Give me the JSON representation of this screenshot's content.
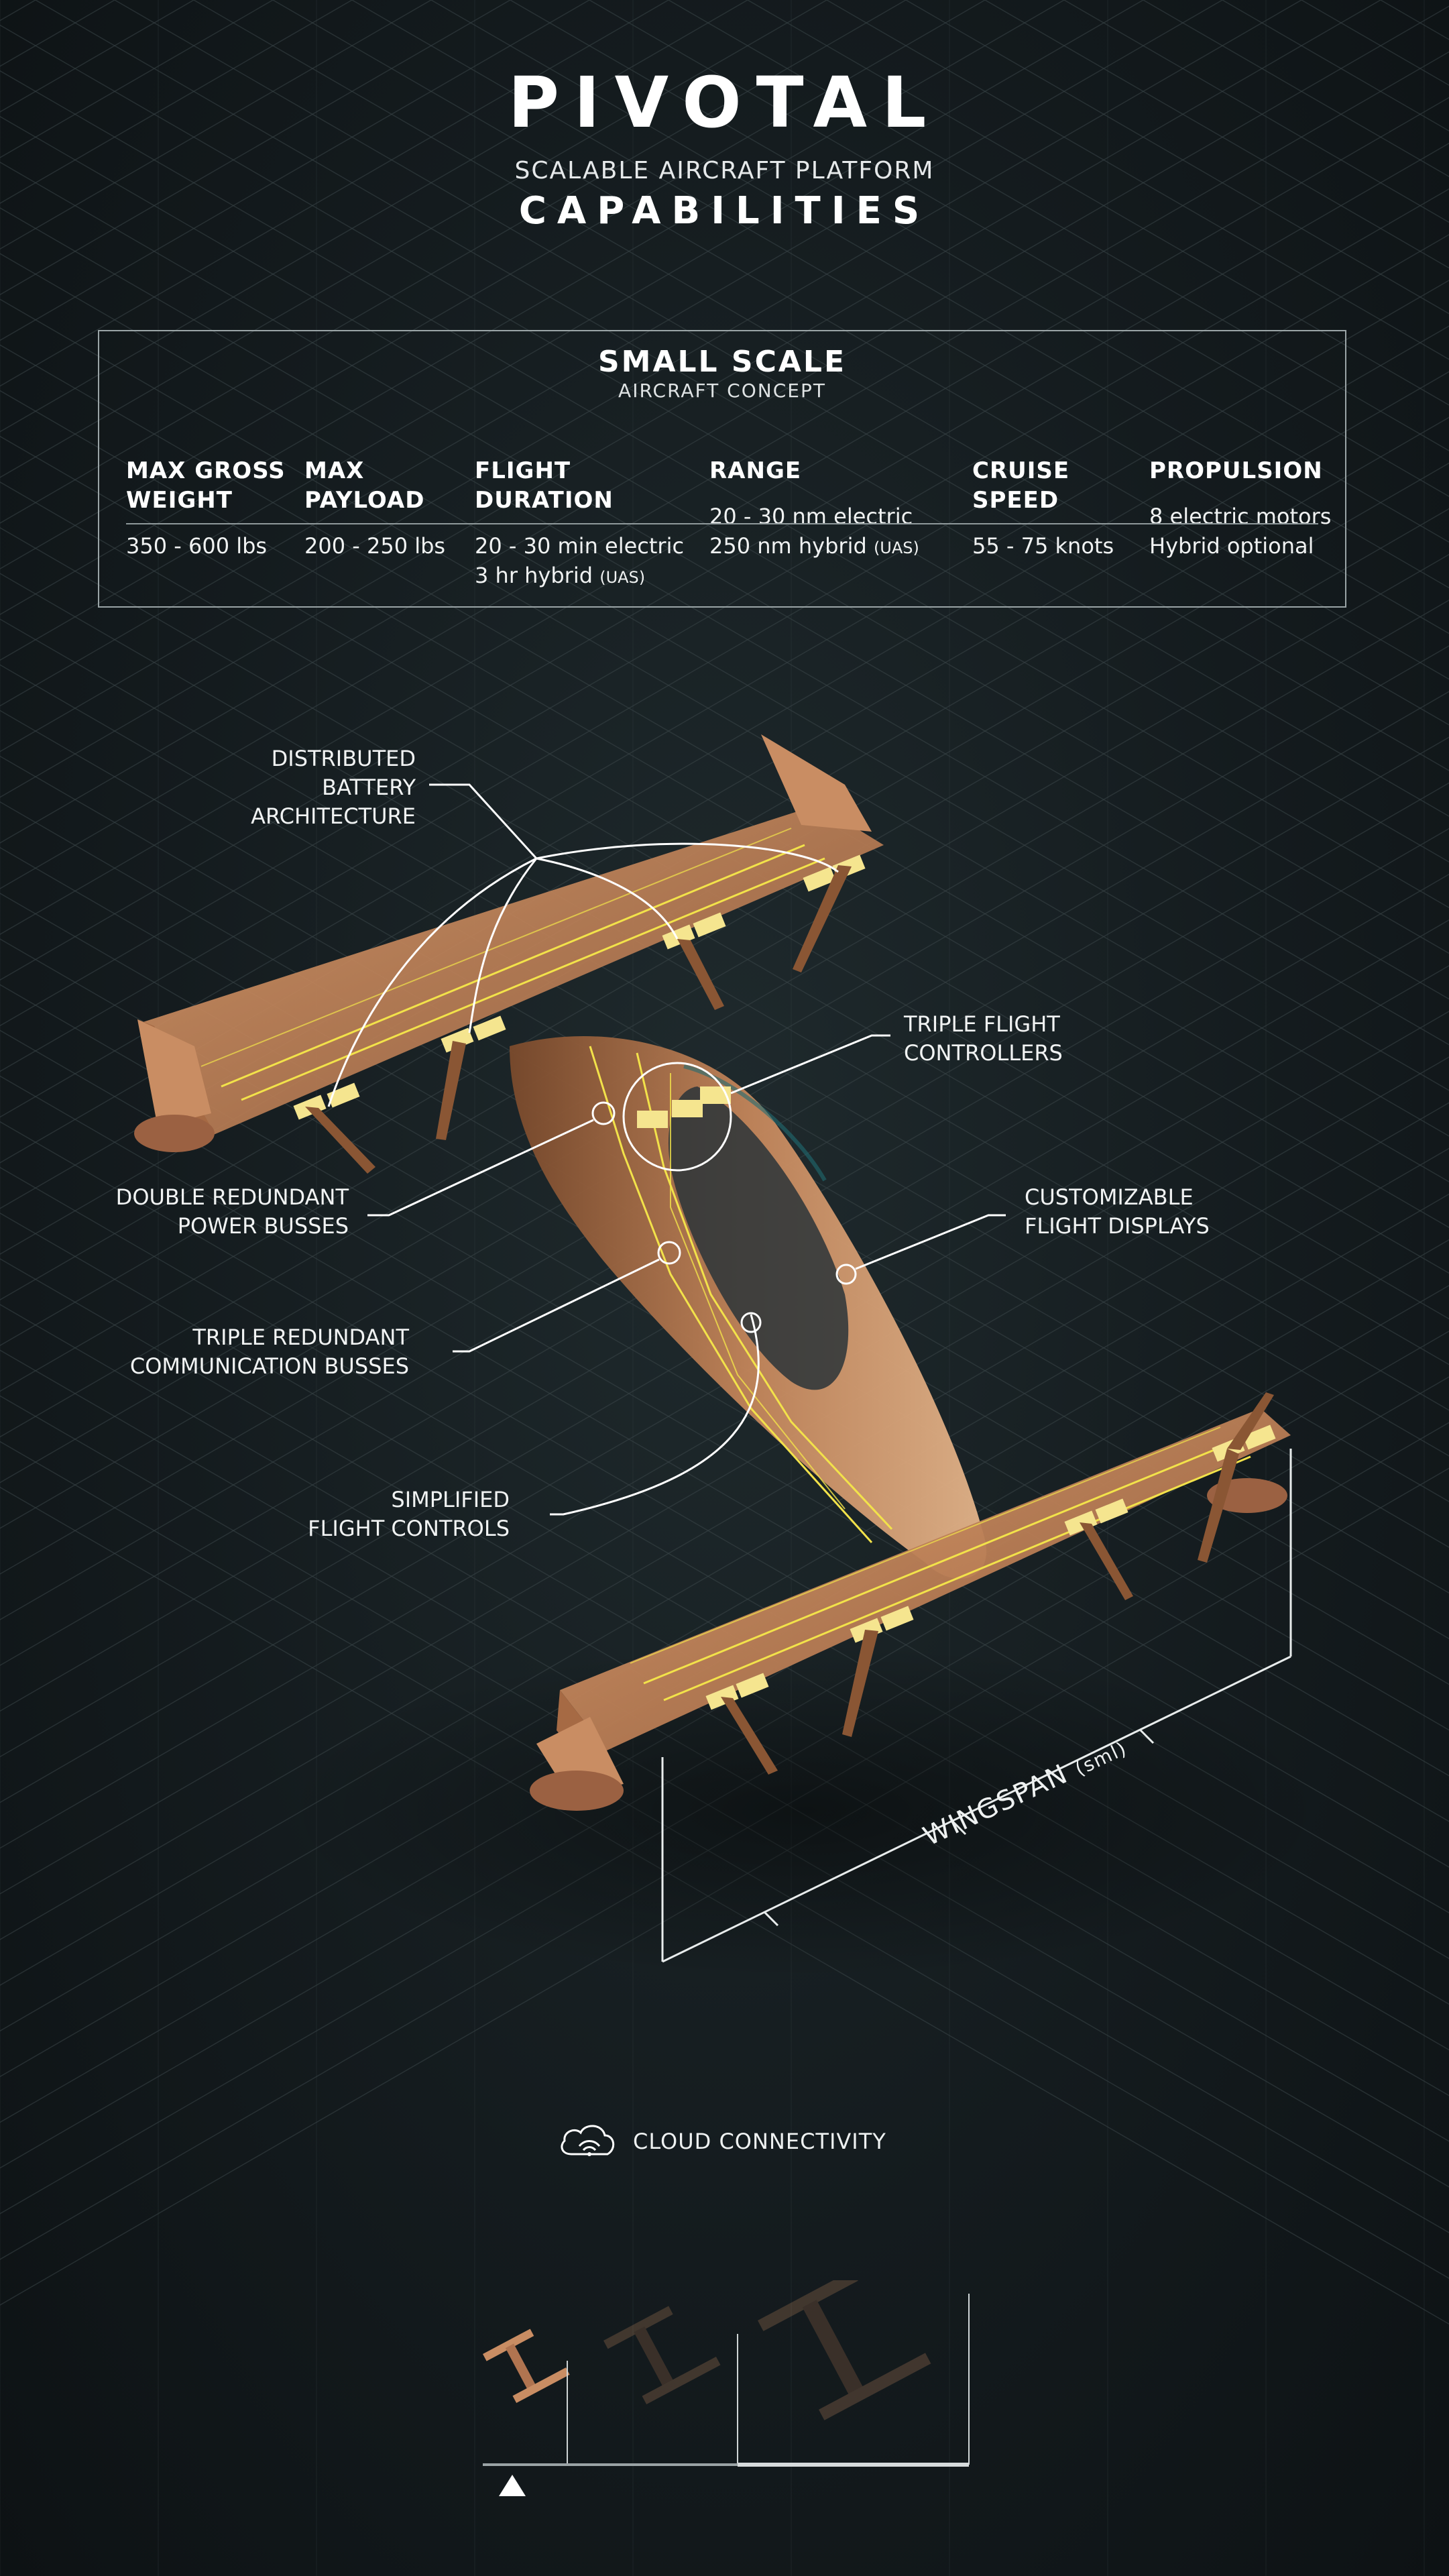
{
  "header": {
    "brand": "PIVOTAL",
    "tagline": "SCALABLE AIRCRAFT PLATFORM",
    "heading": "CAPABILITIES"
  },
  "specs": {
    "title": "SMALL SCALE",
    "subtitle": "AIRCRAFT CONCEPT",
    "columns": [
      {
        "head1": "MAX GROSS",
        "head2": "WEIGHT",
        "value1": "350 - 600 lbs",
        "value2": "",
        "note": ""
      },
      {
        "head1": "MAX",
        "head2": "PAYLOAD",
        "value1": "200 - 250 lbs",
        "value2": "",
        "note": ""
      },
      {
        "head1": "FLIGHT",
        "head2": "DURATION",
        "value1": "20 - 30 min electric",
        "value2": "3 hr hybrid",
        "note": "(UAS)"
      },
      {
        "head1": "",
        "head2": "RANGE",
        "value1": "20 - 30 nm electric",
        "value2": "250 nm hybrid",
        "note": "(UAS)"
      },
      {
        "head1": "CRUISE",
        "head2": "SPEED",
        "value1": "55 - 75 knots",
        "value2": "",
        "note": ""
      },
      {
        "head1": "",
        "head2": "PROPULSION",
        "value1": "8 electric motors",
        "value2": "Hybrid optional",
        "note": ""
      }
    ]
  },
  "callouts": {
    "battery": [
      "DISTRIBUTED",
      "BATTERY",
      "ARCHITECTURE"
    ],
    "flight_controllers": [
      "TRIPLE FLIGHT",
      "CONTROLLERS"
    ],
    "power_busses": [
      "DOUBLE REDUNDANT",
      "POWER BUSSES"
    ],
    "displays": [
      "CUSTOMIZABLE",
      "FLIGHT DISPLAYS"
    ],
    "comm_busses": [
      "TRIPLE REDUNDANT",
      "COMMUNICATION BUSSES"
    ],
    "flight_controls": [
      "SIMPLIFIED",
      "FLIGHT CONTROLS"
    ]
  },
  "dimension": {
    "label": "WINGSPAN",
    "unit": "(sml)"
  },
  "footer": {
    "cloud_label": "CLOUD CONNECTIVITY",
    "cloud_icon": "cloud-wifi-icon",
    "scale_selector": {
      "options": [
        "small",
        "medium",
        "large"
      ],
      "selected_index": 0
    }
  },
  "colors": {
    "background": "#141b1e",
    "grid_line": "#3a4548",
    "airframe": "#c88a5c",
    "airframe_dark": "#8a5634",
    "wiring": "#f2e24a",
    "battery_pack": "#f5e58f",
    "callout_line": "#ffffff"
  }
}
